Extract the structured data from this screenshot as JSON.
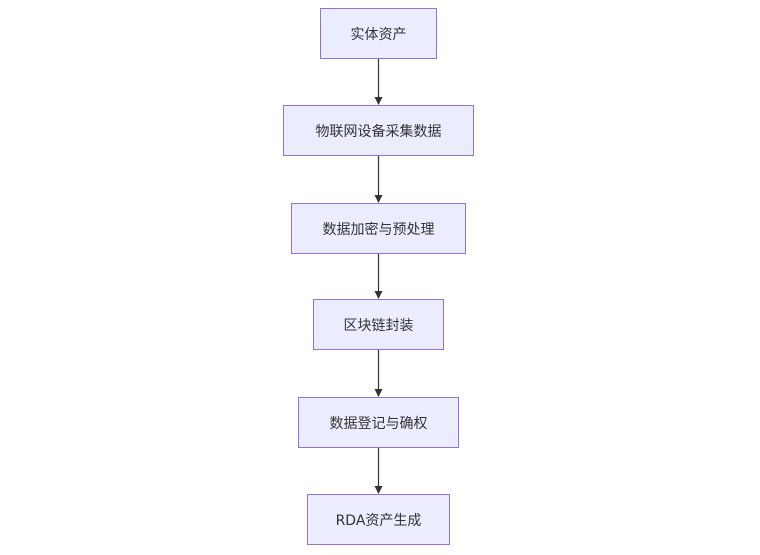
{
  "flowchart": {
    "nodes": [
      {
        "label": "实体资产"
      },
      {
        "label": "物联网设备采集数据"
      },
      {
        "label": "数据加密与预处理"
      },
      {
        "label": "区块链封装"
      },
      {
        "label": "数据登记与确权"
      },
      {
        "label": "RDA资产生成"
      }
    ],
    "edge_color": "#333333",
    "node_fill": "#ececff",
    "node_border": "#9370db"
  }
}
